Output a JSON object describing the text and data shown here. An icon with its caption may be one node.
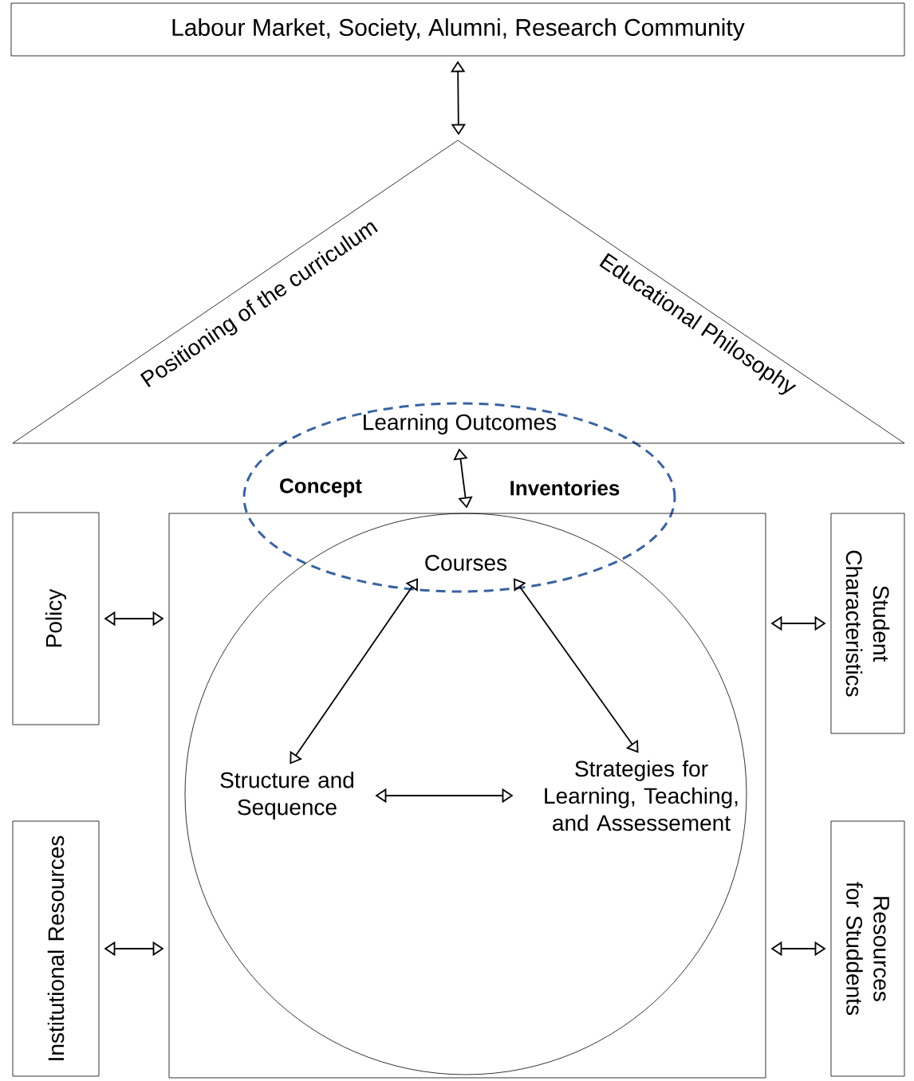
{
  "diagram": {
    "nodes": [
      {
        "text": [
          "Labour Market, Society, Alumni, Research Community"
        ]
      },
      {
        "text": [
          "Positioning of the curriculum",
          "Educational Philosophy"
        ]
      },
      {
        "text": [
          "Learning Outcomes"
        ],
        "in": 1
      },
      {
        "text": [],
        "shape": "box"
      },
      {
        "text": [],
        "shape": "circle",
        "in": 3
      },
      {
        "text": [
          "Courses"
        ],
        "in": 4
      },
      {
        "text": [
          "Structure and Sequence"
        ],
        "in": 4
      },
      {
        "text": [
          "Strategies for Learning, Teaching, and Assessement"
        ],
        "in": 4
      },
      {
        "text": [
          "Policy"
        ]
      },
      {
        "text": [
          "Student Characteristics"
        ]
      },
      {
        "text": [
          "Institutional Resources"
        ]
      },
      {
        "text": [
          "Resources for Studdents"
        ]
      }
    ],
    "edges": [
      {
        "from": 0,
        "to": 1,
        "arrow": "both"
      },
      {
        "from": 1,
        "to": 3,
        "arrow": "both"
      },
      {
        "from": 8,
        "to": 3,
        "arrow": "both"
      },
      {
        "from": 9,
        "to": 3,
        "arrow": "both"
      },
      {
        "from": 10,
        "to": 3,
        "arrow": "both"
      },
      {
        "from": 11,
        "to": 3,
        "arrow": "both"
      },
      {
        "from": 6,
        "to": 5,
        "arrow": "both"
      },
      {
        "from": 7,
        "to": 5,
        "arrow": "both"
      },
      {
        "from": 6,
        "to": 7,
        "arrow": "both"
      }
    ],
    "labels": [
      "Concept",
      "Inventories"
    ]
  }
}
